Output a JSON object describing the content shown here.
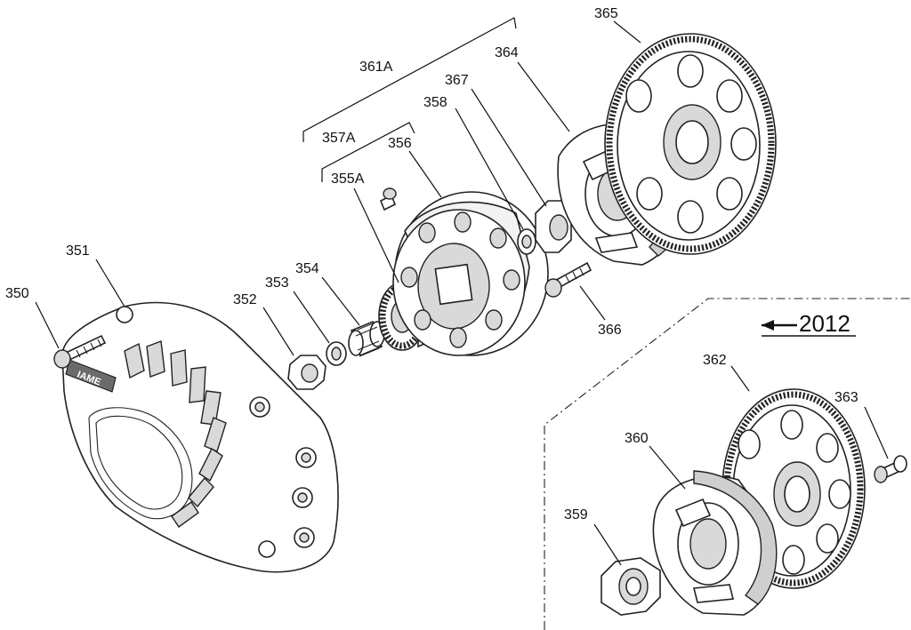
{
  "diagram": {
    "labels": {
      "p350": "350",
      "p351": "351",
      "p352": "352",
      "p353": "353",
      "p354": "354",
      "p355a": "355A",
      "p356": "356",
      "p357a": "357A",
      "p358": "358",
      "p359": "359",
      "p360": "360",
      "p361a": "361A",
      "p362": "362",
      "p363": "363",
      "p364": "364",
      "p365": "365",
      "p366": "366",
      "p367": "367"
    },
    "year_marker": "2012",
    "cover_logo": "IAME",
    "colors": {
      "line": "#222222",
      "fill": "#ffffff",
      "shade": "#d9d9d9",
      "dark": "#6b6b6b"
    }
  }
}
